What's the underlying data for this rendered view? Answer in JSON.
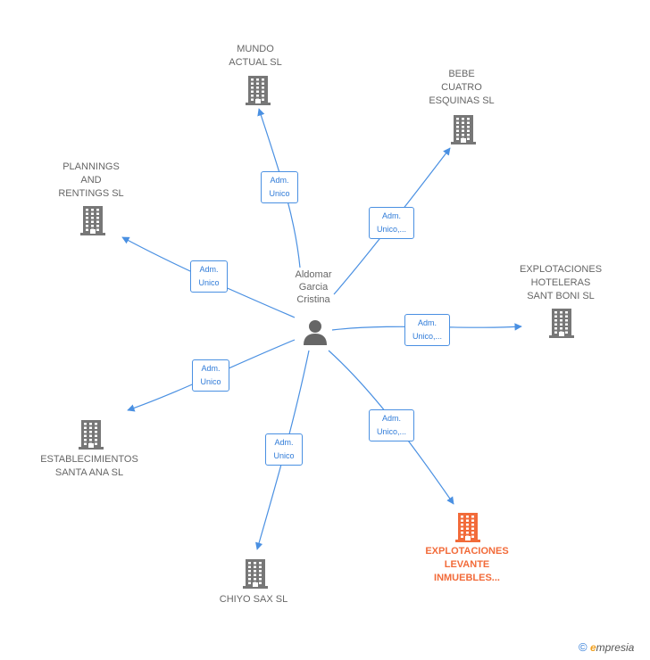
{
  "center": {
    "name": "Aldomar\nGarcia\nCristina",
    "icon": "person-icon"
  },
  "nodes": [
    {
      "id": "mundo",
      "label": "MUNDO\nACTUAL SL",
      "highlight": false
    },
    {
      "id": "bebe",
      "label": "BEBE\nCUATRO\nESQUINAS  SL",
      "highlight": false
    },
    {
      "id": "plannings",
      "label": "PLANNINGS\nAND\nRENTINGS SL",
      "highlight": false
    },
    {
      "id": "hoteleras",
      "label": "EXPLOTACIONES\nHOTELERAS\nSANT BONI  SL",
      "highlight": false
    },
    {
      "id": "establecimientos",
      "label": "ESTABLECIMIENTOS\nSANTA ANA SL",
      "highlight": false
    },
    {
      "id": "chiyo",
      "label": "CHIYO SAX  SL",
      "highlight": false
    },
    {
      "id": "levante",
      "label": "EXPLOTACIONES\nLEVANTE\nINMUEBLES...",
      "highlight": true
    }
  ],
  "edges": [
    {
      "to": "mundo",
      "label": "Adm.\nUnico"
    },
    {
      "to": "bebe",
      "label": "Adm.\nUnico,..."
    },
    {
      "to": "plannings",
      "label": "Adm.\nUnico"
    },
    {
      "to": "hoteleras",
      "label": "Adm.\nUnico,..."
    },
    {
      "to": "establecimientos",
      "label": "Adm.\nUnico"
    },
    {
      "to": "chiyo",
      "label": "Adm.\nUnico"
    },
    {
      "to": "levante",
      "label": "Adm.\nUnico,..."
    }
  ],
  "colors": {
    "edge": "#4a90e2",
    "building": "#777777",
    "building_highlight": "#f26b3a",
    "person": "#666666"
  },
  "brand": {
    "copyright": "©",
    "name_first": "e",
    "name_rest": "mpresia"
  }
}
